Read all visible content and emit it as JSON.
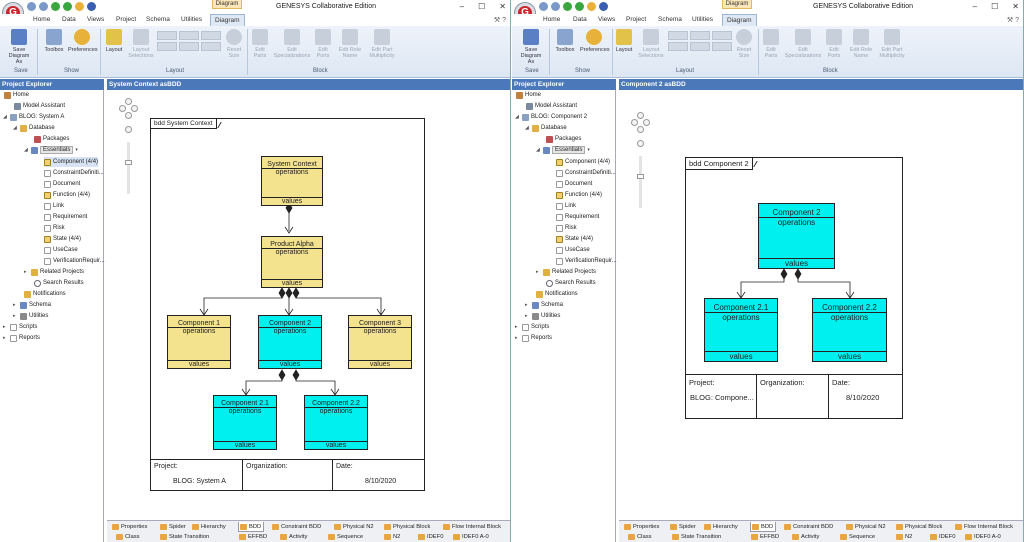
{
  "app": {
    "title": "GENESYS Collaborative Edition",
    "context_tab": "Diagram",
    "logo_letter": "G"
  },
  "ribbon_tabs": [
    "Home",
    "Data",
    "Views",
    "Project",
    "Schema",
    "Utilities",
    "Diagram"
  ],
  "ribbon": {
    "buttons": [
      {
        "label": "Save\nDiagram As",
        "enabled": true
      },
      {
        "label": "Toolbox",
        "enabled": true
      },
      {
        "label": "Preferences",
        "enabled": true
      },
      {
        "label": "Layout",
        "enabled": true
      },
      {
        "label": "Layout\nSelections",
        "enabled": false
      },
      {
        "label": "Reset\nSize",
        "enabled": false
      },
      {
        "label": "Edit\nParts",
        "enabled": false
      },
      {
        "label": "Edit\nSpecializations",
        "enabled": false
      },
      {
        "label": "Edit\nPorts",
        "enabled": false
      },
      {
        "label": "Edit Role\nName",
        "enabled": false
      },
      {
        "label": "Edit Part\nMultiplicity",
        "enabled": false
      }
    ],
    "groups": [
      "Save",
      "Show",
      "Layout",
      "Block"
    ]
  },
  "explorer": {
    "title": "Project Explorer",
    "left_project": "BLOG: System A",
    "right_project": "BLOG: Component 2",
    "items": [
      "Home",
      "Model Assistant",
      "Database",
      "Packages",
      "Essentials",
      "Component  (4/4)",
      "ConstraintDefiniti...",
      "Document",
      "Function  (4/4)",
      "Link",
      "Requirement",
      "Risk",
      "State  (4/4)",
      "UseCase",
      "VerificationRequir...",
      "Related Projects",
      "Search Results",
      "Notifications",
      "Schema",
      "Utilities",
      "Scripts",
      "Reports"
    ]
  },
  "left_diagram": {
    "tab": "System Context asBDD",
    "frame_label": "bdd System Context",
    "blocks": [
      {
        "id": "sc",
        "name": "System Context",
        "color": "yellow"
      },
      {
        "id": "pa",
        "name": "Product Alpha",
        "color": "yellow"
      },
      {
        "id": "c1",
        "name": "Component 1",
        "color": "yellow"
      },
      {
        "id": "c2",
        "name": "Component 2",
        "color": "cyan"
      },
      {
        "id": "c3",
        "name": "Component 3",
        "color": "yellow"
      },
      {
        "id": "c21",
        "name": "Component 2.1",
        "color": "cyan"
      },
      {
        "id": "c22",
        "name": "Component 2.2",
        "color": "cyan"
      }
    ],
    "compartments": {
      "operations": "operations",
      "values": "values"
    },
    "info": {
      "project_label": "Project:",
      "project_value": "BLOG: System A",
      "org_label": "Organization:",
      "org_value": "",
      "date_label": "Date:",
      "date_value": "8/10/2020"
    }
  },
  "right_diagram": {
    "tab": "Component 2 asBDD",
    "frame_label": "bdd Component 2",
    "blocks": [
      {
        "id": "c2",
        "name": "Component 2",
        "color": "cyan"
      },
      {
        "id": "c21",
        "name": "Component 2.1",
        "color": "cyan"
      },
      {
        "id": "c22",
        "name": "Component 2.2",
        "color": "cyan"
      }
    ],
    "info": {
      "project_label": "Project:",
      "project_value": "BLOG: Compone...",
      "org_label": "Organization:",
      "org_value": "",
      "date_label": "Date:",
      "date_value": "8/10/2020"
    }
  },
  "bottom_tabs_row1": [
    "Properties",
    "Spider",
    "Hierarchy",
    "BDD",
    "Constraint BDD",
    "Physical N2",
    "Physical Block",
    "Flow Internal Block"
  ],
  "bottom_tabs_row2": [
    "Class",
    "State Transition",
    "EFFBD",
    "Activity",
    "Sequence",
    "N2",
    "IDEF0",
    "IDEF0 A-0"
  ],
  "active_bottom_tab": "BDD",
  "colors": {
    "yellow_block": "#f3e28e",
    "cyan_block": "#00f0f0",
    "pane_header": "#4a78b8",
    "ribbon_bg": "#dde7f3"
  }
}
